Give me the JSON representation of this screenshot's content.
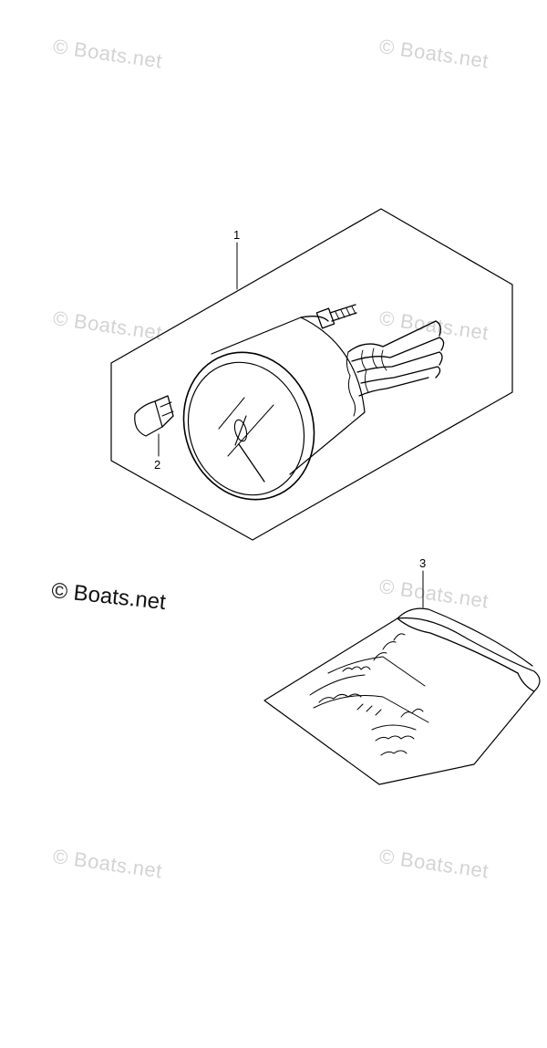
{
  "watermark": {
    "text": "© Boats.net",
    "color": "#d3d3d3"
  },
  "brand_mark": {
    "text": "© Boats.net"
  },
  "callouts": {
    "part_1": "1",
    "part_2": "2",
    "part_3": "3"
  },
  "colors": {
    "line": "#000000",
    "background": "#ffffff"
  }
}
